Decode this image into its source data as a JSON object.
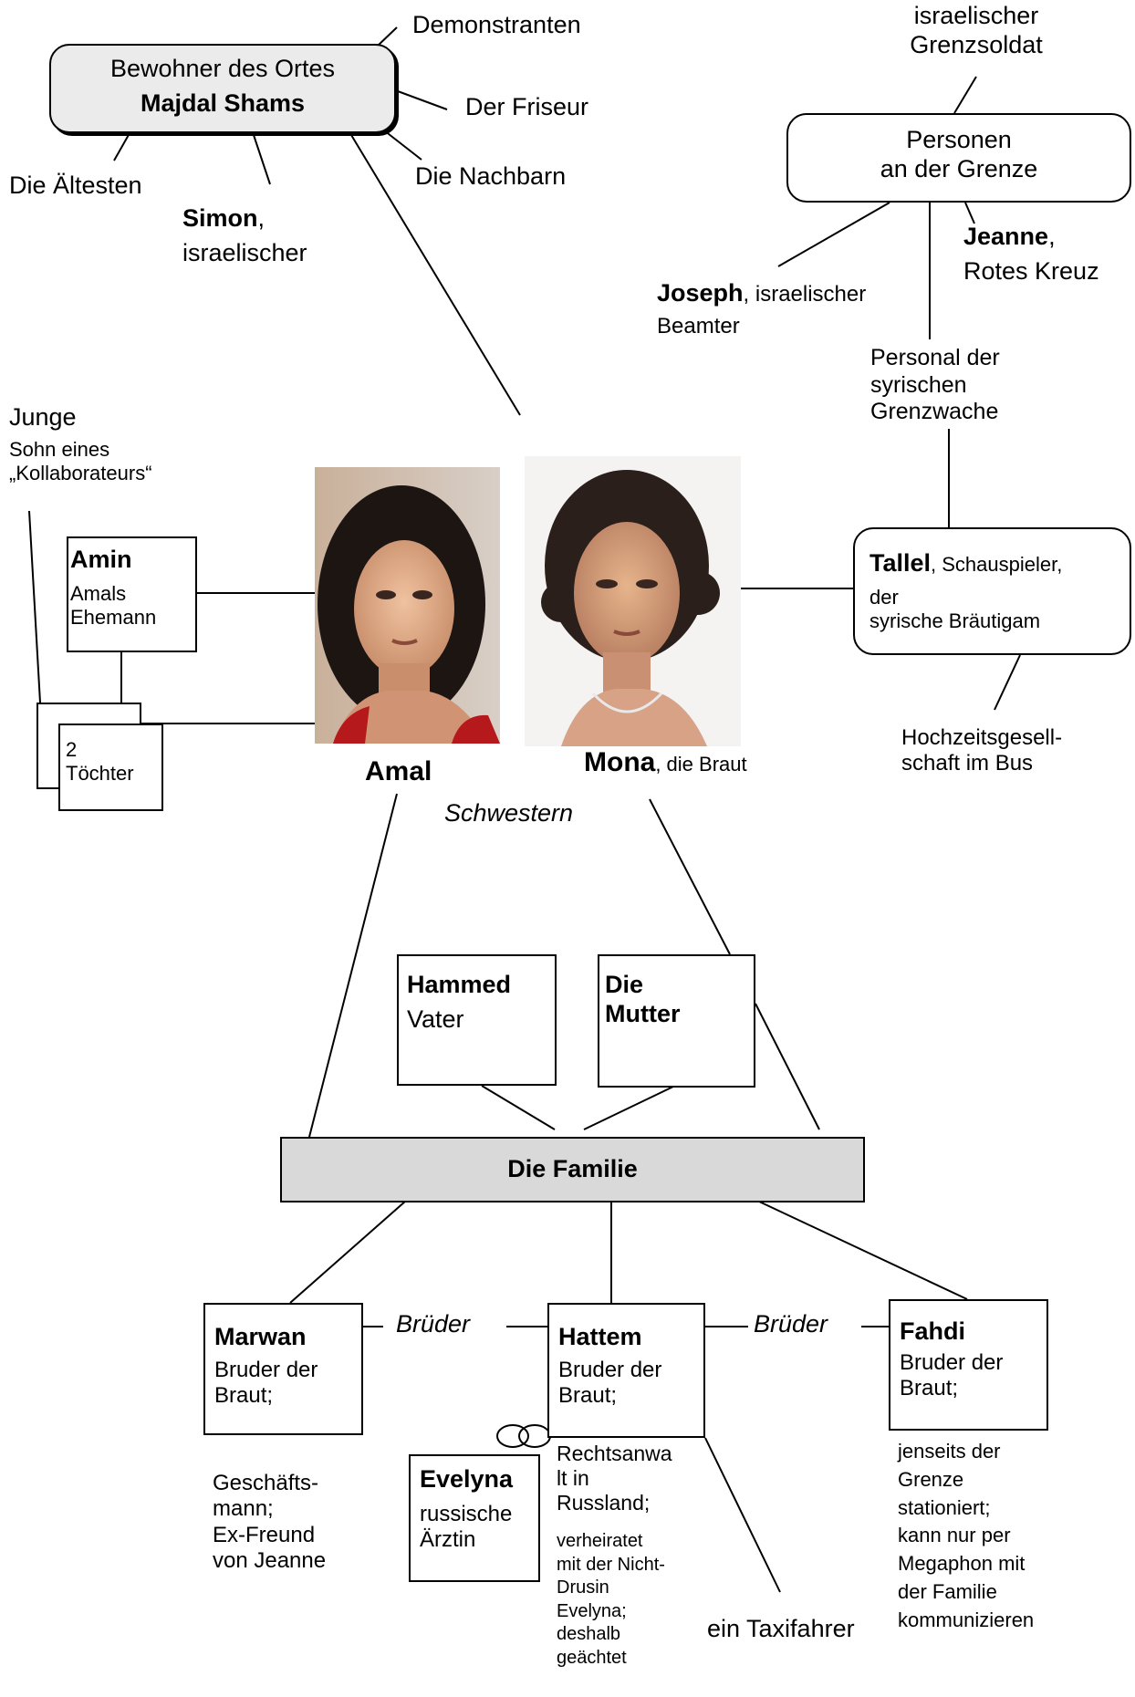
{
  "village": {
    "line1": "Bewohner des Ortes",
    "line2": "Majdal Shams",
    "demonstranten": "Demonstranten",
    "friseur": "Der Friseur",
    "nachbarn": "Die Nachbarn",
    "aeltesten": "Die Ältesten",
    "simon_name": "Simon",
    "simon_comma": ",",
    "simon_desc": "israelischer"
  },
  "border": {
    "soldier": "israelischer\nGrenzsoldat",
    "box_text": "Personen\nan der Grenze",
    "jeanne_name": "Jeanne",
    "jeanne_comma": ",",
    "jeanne_desc": "Rotes Kreuz",
    "joseph_name": "Joseph",
    "joseph_desc": ", israelischer",
    "joseph_desc2": "Beamter",
    "syrian": "Personal der\nsyrischen\nGrenzwache"
  },
  "tallel": {
    "name": "Tallel",
    "desc1": ", Schauspieler,",
    "desc2": "der\nsyrische Bräutigam",
    "party": "Hochzeitsgesell-\nschaft im Bus"
  },
  "amal_side": {
    "junge1": "Junge",
    "junge2": "Sohn eines\n„Kollaborateurs“",
    "amin_name": "Amin",
    "amin_desc": "Amals\nEhemann",
    "daughters": "2\nTöchter",
    "amal_label": "Amal"
  },
  "mona": {
    "name": "Mona",
    "desc": ", die Braut",
    "sisters": "Schwestern"
  },
  "parents": {
    "hammed_name": "Hammed",
    "hammed_desc": "Vater",
    "mother": "Die\nMutter"
  },
  "family": {
    "label": "Die Familie"
  },
  "brothers": {
    "connector": "Brüder",
    "marwan_name": "Marwan",
    "marwan_desc": "Bruder der\nBraut;",
    "marwan_note": "Geschäfts-\nmann;\nEx-Freund\nvon Jeanne",
    "hattem_name": "Hattem",
    "hattem_desc": "Bruder der\nBraut;",
    "hattem_note1": "Rechtsanwa\nlt in\nRussland;",
    "hattem_note2": "verheiratet\nmit der Nicht-\nDrusin\nEvelyna;\ndeshalb\ngeächtet",
    "fahdi_name": "Fahdi",
    "fahdi_desc": "Bruder der\nBraut;",
    "fahdi_note": "jenseits der\nGrenze\nstationiert;\nkann nur per\nMegaphon mit\nder Familie\nkommunizieren",
    "taxi": "ein Taxifahrer"
  },
  "evelyna": {
    "name": "Evelyna",
    "desc": "russische\nÄrztin"
  },
  "colors": {
    "box_fill_gray": "#ebebeb",
    "family_fill": "#d9d9d9"
  }
}
